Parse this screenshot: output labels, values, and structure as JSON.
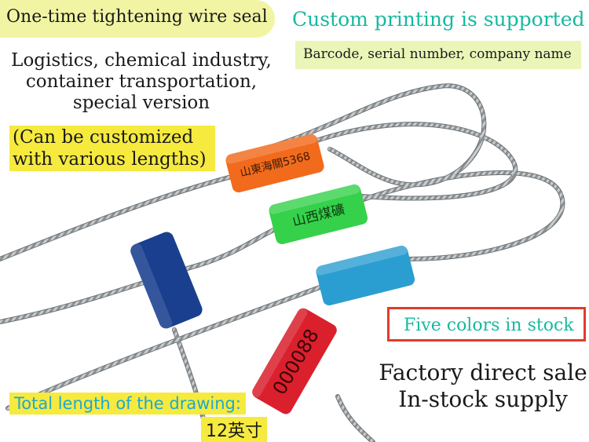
{
  "texts": {
    "title_left": "One-time tightening wire seal",
    "title_right": "Custom printing is supported",
    "print_info": "Barcode, serial number, company name",
    "uses_line1": "Logistics, chemical industry,",
    "uses_line2": "container transportation,",
    "uses_line3": "special version",
    "custom_line1": "(Can be customized",
    "custom_line2": "with various lengths)",
    "five_colors": "Five colors in stock",
    "factory_line1": "Factory direct sale",
    "factory_line2": "In-stock supply",
    "total_length": "Total length of the drawing:",
    "length_value": "12英寸"
  },
  "seals": {
    "orange": {
      "label": "山東海關5368",
      "color": "#f26a1b"
    },
    "green": {
      "label": "山西煤礦",
      "color": "#35d14a"
    },
    "blue_dark": {
      "label": "",
      "color": "#1a3f8f"
    },
    "cyan": {
      "label": "",
      "color": "#2b9ed1"
    },
    "red": {
      "label": "000088",
      "color": "#d9202c"
    }
  },
  "colors": {
    "pill_bg": "#f1f5a3",
    "teal_text": "#18b8a0",
    "highlight_yellow": "#f6ea3f",
    "frame_red": "#e03c2c"
  }
}
